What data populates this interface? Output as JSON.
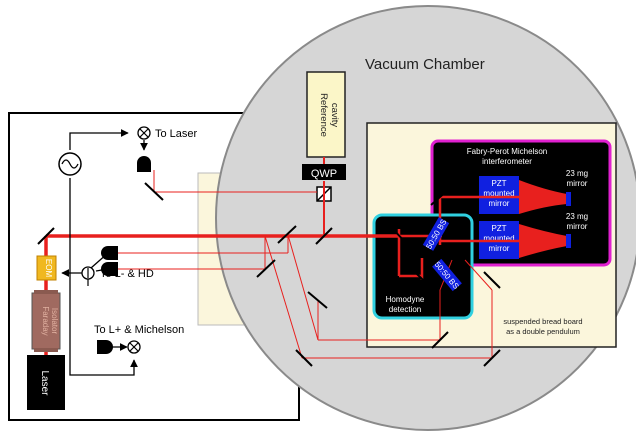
{
  "labels": {
    "vacuum_chamber": "Vacuum Chamber",
    "reference_cavity_1": "Reference",
    "reference_cavity_2": "cavity",
    "qwp": "QWP",
    "to_laser": "To Laser",
    "to_l_minus_hd": "To L- & HD",
    "to_l_plus_michelson": "To L+ & Michelson",
    "eom": "EOM",
    "faraday_1": "Faraday",
    "faraday_2": "Isolator",
    "laser": "Laser",
    "fp_michelson_1": "Fabry-Perot Michelson",
    "fp_michelson_2": "interferometer",
    "pzt_1": "PZT",
    "pzt_2": "mounted",
    "pzt_3": "mirror",
    "mirror_23mg_1": "23 mg",
    "mirror_23mg_2": "mirror",
    "bs_5050": "50:50 BS",
    "homodyne_1": "Homodyne",
    "homodyne_2": "detection",
    "breadboard_1": "suspended bread board",
    "breadboard_2": "as a double pendulum"
  },
  "colors": {
    "beam": "#e8201e",
    "fp_border": "#e020d0",
    "homodyne_border": "#30d0e0",
    "pzt_fill": "#1020e0",
    "chamber_fill": "#d6d6d6",
    "breadboard_fill": "#fbf6dc",
    "cavity_fill": "#fbf6c8"
  },
  "icons": {
    "oscillator": "sine-source-icon",
    "mixer": "mixer-cross-icon",
    "photodetector": "photodetector-icon",
    "current_sum": "current-arrow-icon"
  }
}
